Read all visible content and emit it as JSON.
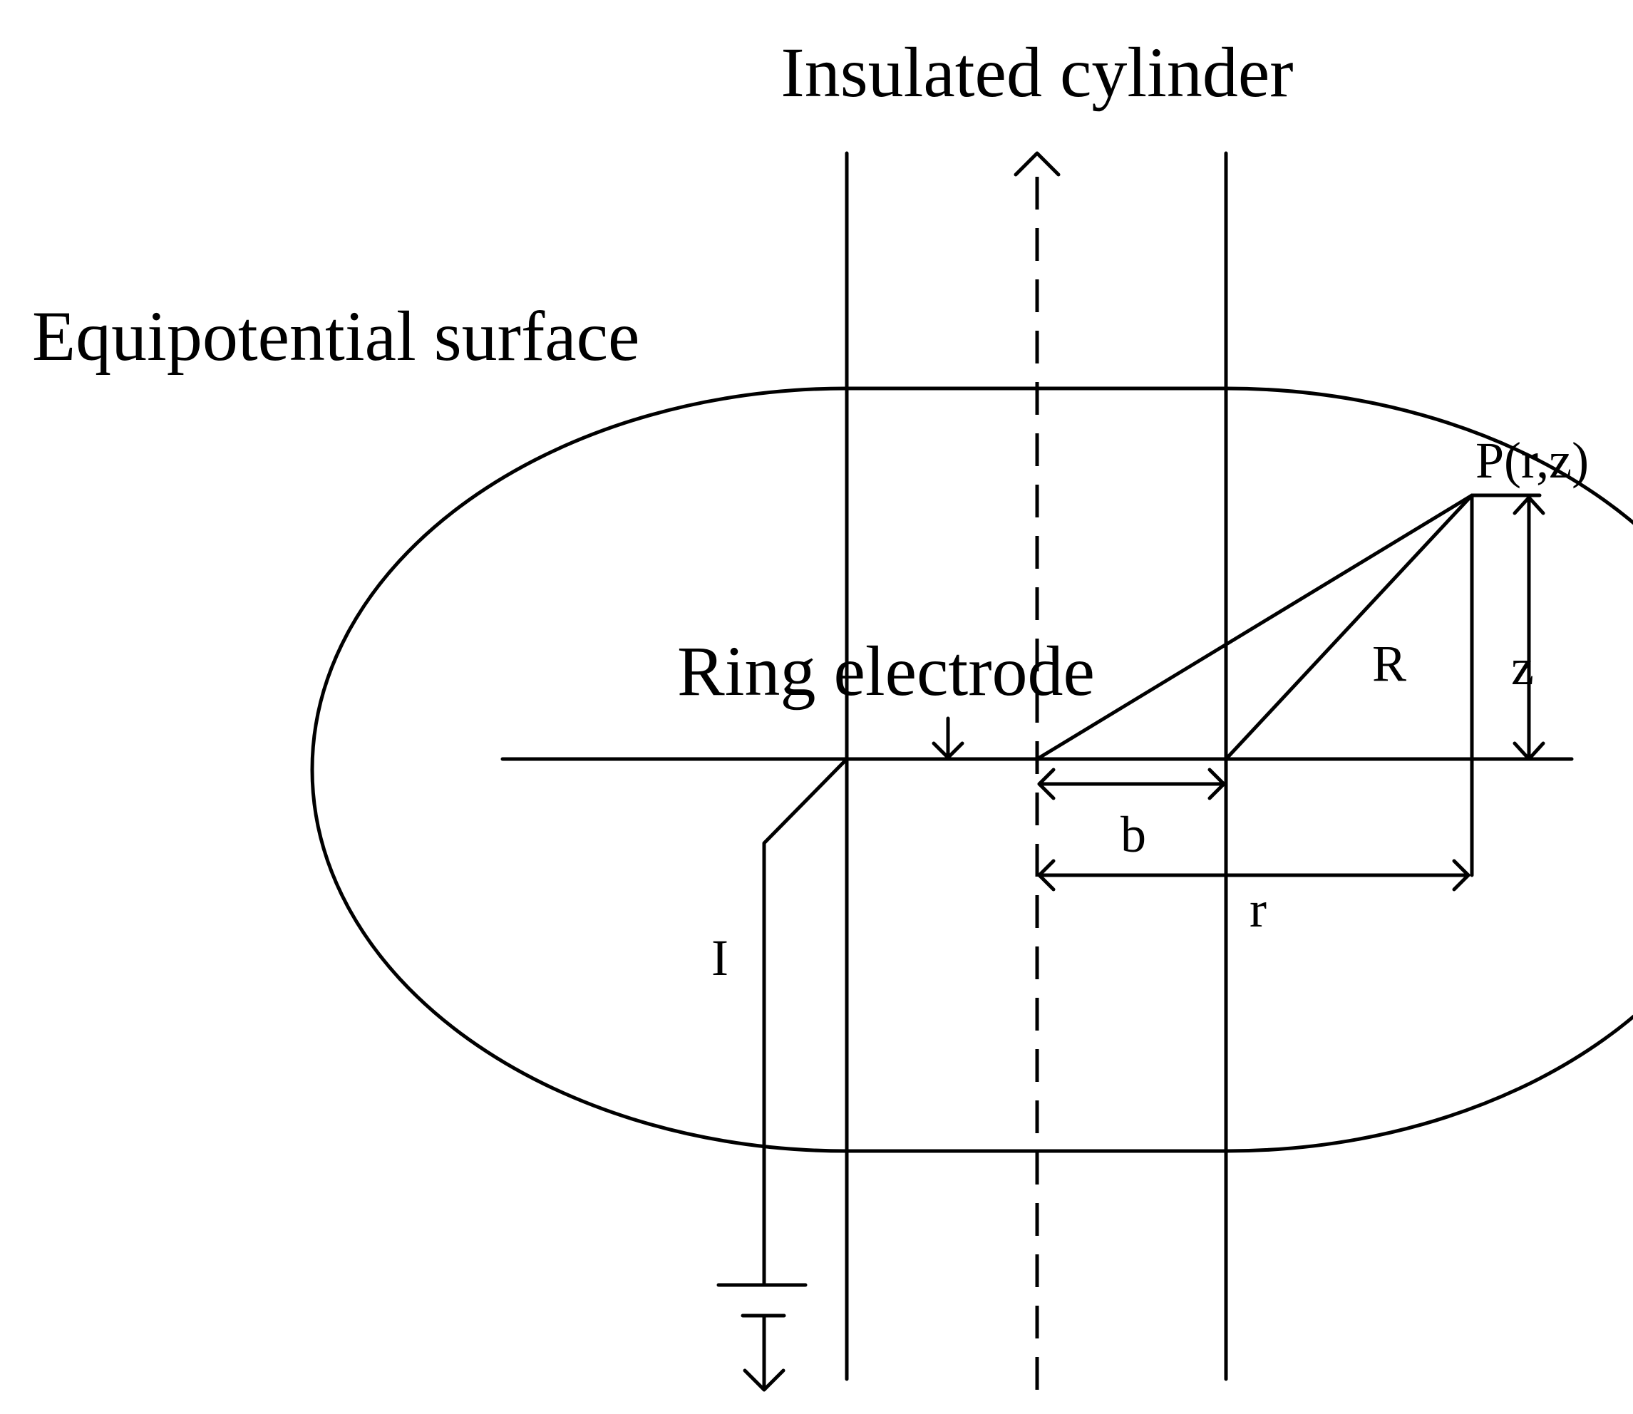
{
  "labels": {
    "title": "Insulated cylinder",
    "equipotential": "Equipotential surface",
    "ring_electrode": "Ring electrode",
    "point": "P(r,z)",
    "R": "R",
    "z": "z",
    "b": "b",
    "r": "r",
    "I": "I"
  },
  "colors": {
    "line": "#000000",
    "background": "#ffffff"
  }
}
